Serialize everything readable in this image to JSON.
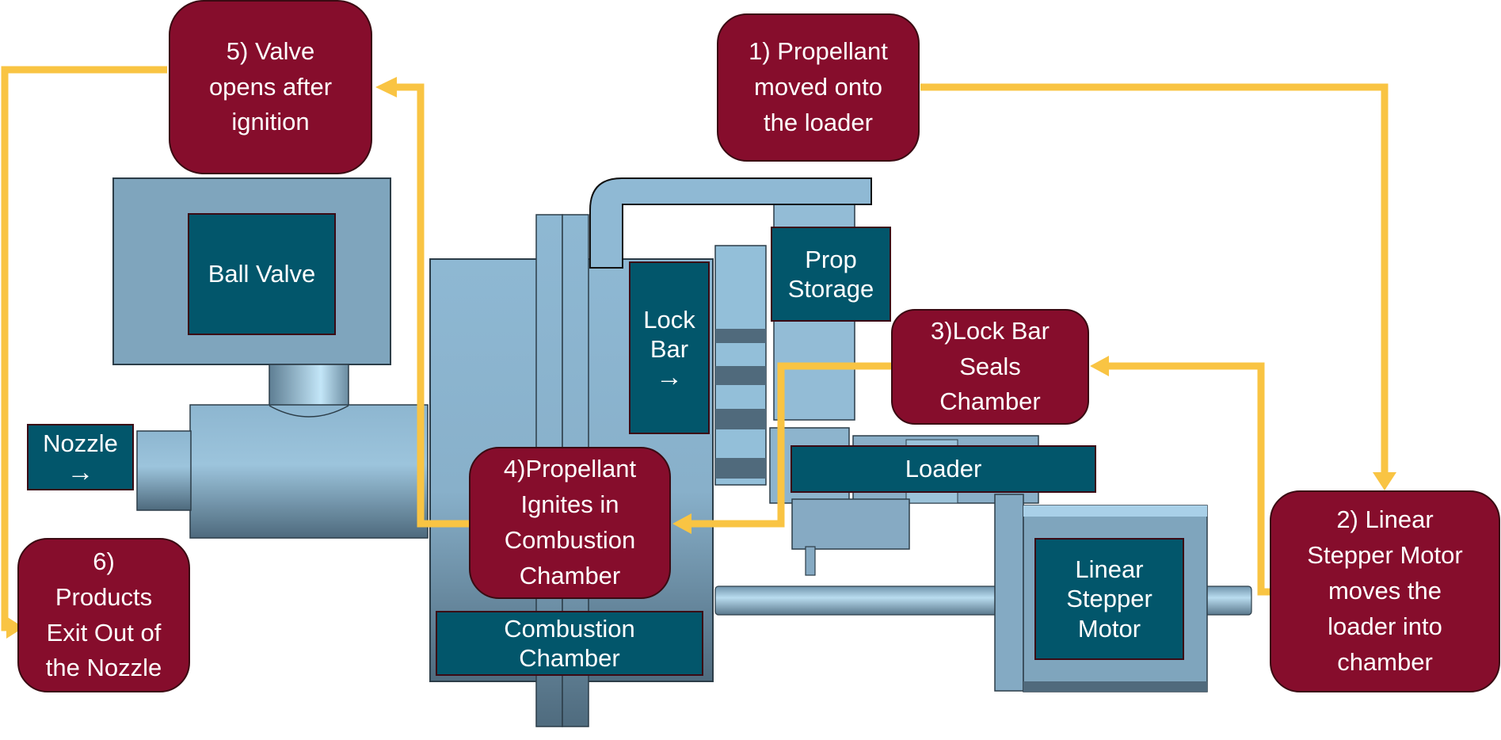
{
  "diagram": {
    "colors": {
      "step_fill": "#860d2c",
      "label_fill": "#02566b",
      "flow_arrow": "#f9c443",
      "part_light": "#8fb9d4",
      "part_mid": "#7ea4bd",
      "part_dark": "#506a7c"
    },
    "component_labels": {
      "ball_valve": "Ball Valve",
      "nozzle": "Nozzle",
      "nozzle_arrow": "→",
      "lock_bar": "Lock\nBar",
      "lock_bar_arrow": "→",
      "prop_storage": "Prop\nStorage",
      "loader": "Loader",
      "linear_stepper_motor": "Linear\nStepper\nMotor",
      "combustion_chamber": "Combustion\nChamber"
    },
    "steps": [
      {
        "number": 1,
        "text": "1) Propellant\nmoved onto\nthe loader"
      },
      {
        "number": 2,
        "text": "2) Linear\nStepper Motor\nmoves the\nloader into\nchamber"
      },
      {
        "number": 3,
        "text": "3)Lock Bar\nSeals\nChamber"
      },
      {
        "number": 4,
        "text": "4)Propellant\nIgnites in\nCombustion\nChamber"
      },
      {
        "number": 5,
        "text": "5) Valve\nopens after\nignition"
      },
      {
        "number": 6,
        "text": "6)\nProducts\nExit Out of\nthe Nozzle"
      }
    ],
    "flow": [
      {
        "from": 1,
        "to": 2
      },
      {
        "from": 2,
        "to": 3
      },
      {
        "from": 3,
        "to": 4
      },
      {
        "from": 4,
        "to": 5
      },
      {
        "from": 5,
        "to": 6
      }
    ]
  }
}
